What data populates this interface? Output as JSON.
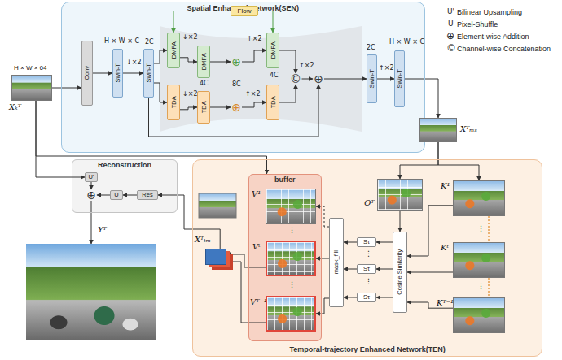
{
  "diagram": {
    "nodes": [
      {
        "text": [
          "H × W × 64",
          "Xₖᵀ"
        ]
      },
      {
        "text": [
          "Spatial Enhanced Network(SEN)"
        ]
      },
      {
        "text": [
          "Flow"
        ],
        "in": 1
      },
      {
        "text": [
          "Conv"
        ],
        "in": 1
      },
      {
        "text": [
          "Swin-T"
        ],
        "in": 1
      },
      {
        "text": [
          "Swin-T"
        ],
        "in": 1
      },
      {
        "text": [
          "DMFA"
        ],
        "in": 1
      },
      {
        "text": [
          "DMFA"
        ],
        "in": 1
      },
      {
        "text": [
          "⊕"
        ],
        "in": 1
      },
      {
        "text": [
          "DMFA"
        ],
        "in": 1
      },
      {
        "text": [
          "TDA"
        ],
        "in": 1
      },
      {
        "text": [
          "TDA"
        ],
        "in": 1
      },
      {
        "text": [
          "⊕"
        ],
        "in": 1
      },
      {
        "text": [
          "TDA"
        ],
        "in": 1
      },
      {
        "text": [
          "©"
        ],
        "in": 1
      },
      {
        "text": [
          "⊕"
        ],
        "in": 1
      },
      {
        "text": [
          "Swin-T"
        ],
        "in": 1
      },
      {
        "text": [
          "Swin-T"
        ],
        "in": 1
      },
      {
        "text": [
          "Xᵀₘₛ"
        ]
      },
      {
        "text": [
          "Reconstruction"
        ]
      },
      {
        "text": [
          "U'"
        ],
        "in": 19
      },
      {
        "text": [
          "⊕"
        ],
        "in": 19
      },
      {
        "text": [
          "U"
        ],
        "in": 19
      },
      {
        "text": [
          "Res"
        ],
        "in": 19
      },
      {
        "text": [
          "Yᵀ"
        ]
      },
      {
        "text": [
          "Temporal-trajectory Enhanced Network(TEN)"
        ]
      },
      {
        "text": [
          "buffer"
        ],
        "in": 25
      },
      {
        "text": [
          "V¹"
        ],
        "in": 26
      },
      {
        "text": [
          "Vᵗ"
        ],
        "in": 26
      },
      {
        "text": [
          "Vᵀ⁻¹"
        ],
        "in": 26
      },
      {
        "text": [
          "Xᵀₜₘ"
        ],
        "in": 25
      },
      {
        "text": [
          "mask_fill"
        ],
        "in": 25
      },
      {
        "text": [
          "Sτ"
        ],
        "in": 25
      },
      {
        "text": [
          "Sτ"
        ],
        "in": 25
      },
      {
        "text": [
          "Sτ"
        ],
        "in": 25
      },
      {
        "text": [
          "Cosine Similarity"
        ],
        "in": 25
      },
      {
        "text": [
          "Qᵀ"
        ],
        "in": 25
      },
      {
        "text": [
          "K¹"
        ],
        "in": 25
      },
      {
        "text": [
          "Kᵗ"
        ],
        "in": 25
      },
      {
        "text": [
          "Kᵀ⁻¹"
        ],
        "in": 25
      }
    ],
    "edges": [
      {
        "from": 0,
        "to": 3,
        "arrow": "to"
      },
      {
        "from": 3,
        "to": 4,
        "arrow": "to"
      },
      {
        "from": 4,
        "to": 5,
        "arrow": "to"
      },
      {
        "from": 5,
        "to": 6,
        "arrow": "to"
      },
      {
        "from": 5,
        "to": 10,
        "arrow": "to"
      },
      {
        "from": 6,
        "to": 7,
        "arrow": "to"
      },
      {
        "from": 7,
        "to": 8,
        "arrow": "to"
      },
      {
        "from": 8,
        "to": 9,
        "arrow": "to"
      },
      {
        "from": 2,
        "to": 6,
        "arrow": "to"
      },
      {
        "from": 2,
        "to": 9,
        "arrow": "to"
      },
      {
        "from": 10,
        "to": 11,
        "arrow": "to"
      },
      {
        "from": 11,
        "to": 12,
        "arrow": "to"
      },
      {
        "from": 12,
        "to": 13,
        "arrow": "to"
      },
      {
        "from": 9,
        "to": 14,
        "arrow": "to"
      },
      {
        "from": 13,
        "to": 14,
        "arrow": "to"
      },
      {
        "from": 14,
        "to": 15,
        "arrow": "to"
      },
      {
        "from": 5,
        "to": 15,
        "arrow": "to"
      },
      {
        "from": 15,
        "to": 16,
        "arrow": "to"
      },
      {
        "from": 16,
        "to": 17,
        "arrow": "to"
      },
      {
        "from": 17,
        "to": 18,
        "arrow": "to"
      },
      {
        "from": 0,
        "to": 20,
        "arrow": "to"
      },
      {
        "from": 0,
        "to": 26,
        "arrow": "to"
      },
      {
        "from": 20,
        "to": 21,
        "arrow": "to"
      },
      {
        "from": 23,
        "to": 22,
        "arrow": "to"
      },
      {
        "from": 22,
        "to": 21,
        "arrow": "to"
      },
      {
        "from": 21,
        "to": 24,
        "arrow": "to"
      },
      {
        "from": 30,
        "to": 23,
        "arrow": "to"
      },
      {
        "from": 18,
        "to": 36,
        "arrow": "to"
      },
      {
        "from": 18,
        "to": 37,
        "arrow": "to"
      },
      {
        "from": 36,
        "to": 35,
        "arrow": "to"
      },
      {
        "from": 37,
        "to": 35,
        "arrow": "to"
      },
      {
        "from": 38,
        "to": 35,
        "arrow": "to"
      },
      {
        "from": 39,
        "to": 35,
        "arrow": "to"
      },
      {
        "from": 35,
        "to": 32,
        "arrow": "to"
      },
      {
        "from": 35,
        "to": 33,
        "arrow": "to"
      },
      {
        "from": 35,
        "to": 34,
        "arrow": "to"
      },
      {
        "from": 32,
        "to": 31,
        "arrow": "to"
      },
      {
        "from": 33,
        "to": 31,
        "arrow": "to"
      },
      {
        "from": 34,
        "to": 31,
        "arrow": "to"
      },
      {
        "from": 31,
        "to": 27,
        "arrow": "to"
      },
      {
        "from": 31,
        "to": 28,
        "arrow": "to"
      },
      {
        "from": 31,
        "to": 29,
        "arrow": "to"
      },
      {
        "from": 28,
        "to": 30,
        "arrow": "to"
      },
      {
        "from": 29,
        "to": 30,
        "arrow": "to"
      }
    ],
    "labels": [
      "U'",
      "U",
      "⊕",
      "©",
      "H × W × C",
      "↓×2",
      "2C",
      "↓×2",
      "↑×2",
      "4C",
      "8C",
      "4C",
      "↓×2",
      "↑×2",
      "↑×2",
      "2C",
      "↑×2",
      "H × W × C",
      "⋮",
      "⋮",
      "⋮",
      "⋮",
      "⋮",
      "⋮"
    ],
    "legend": [
      {
        "text": "Bilinear Upsampling"
      },
      {
        "text": "Pixel-Shuffle"
      },
      {
        "text": "Element-wise Addition"
      },
      {
        "text": "Channel-wise Concatenation"
      }
    ]
  }
}
